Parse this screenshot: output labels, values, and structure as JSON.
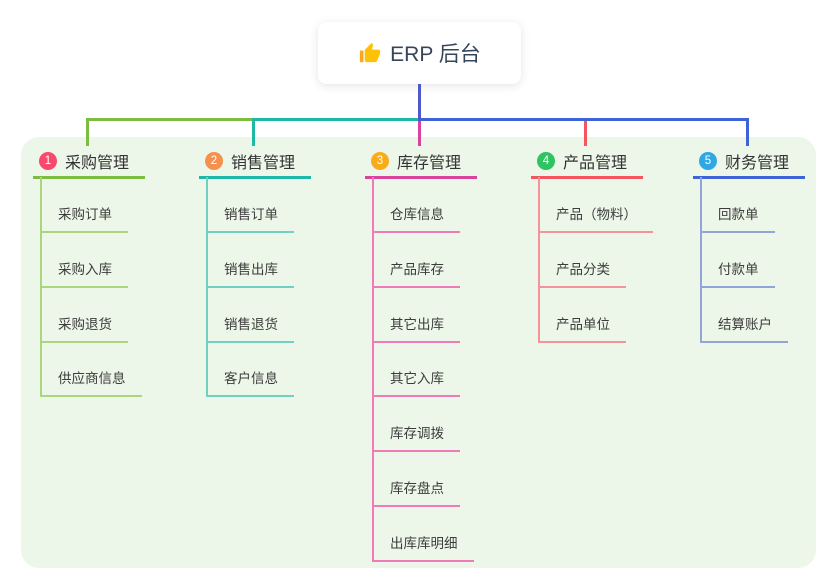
{
  "root": {
    "icon": "thumbs-up",
    "label": "ERP 后台"
  },
  "colors": {
    "page_bg": "#FFFFFF",
    "panel_bg": "#ECF7E9",
    "root_connector": "#4E59CC",
    "title_text": "#333333",
    "child_text": "#3C3C3C"
  },
  "branches": [
    {
      "num": "1",
      "label": "采购管理",
      "badge_color": "#F8486E",
      "line_color": "#7CBC41",
      "child_line_color": "#A9D67E",
      "children": [
        "采购订单",
        "采购入库",
        "采购退货",
        "供应商信息"
      ]
    },
    {
      "num": "2",
      "label": "销售管理",
      "badge_color": "#F6914D",
      "line_color": "#1EB8A6",
      "child_line_color": "#70D0C2",
      "children": [
        "销售订单",
        "销售出库",
        "销售退货",
        "客户信息"
      ]
    },
    {
      "num": "3",
      "label": "库存管理",
      "badge_color": "#F9AC1B",
      "line_color": "#D8439B",
      "child_line_color": "#EF7CB9",
      "children": [
        "仓库信息",
        "产品库存",
        "其它出库",
        "其它入库",
        "库存调拨",
        "库存盘点",
        "出库库明细"
      ]
    },
    {
      "num": "4",
      "label": "产品管理",
      "badge_color": "#2FC364",
      "line_color": "#F4555E",
      "child_line_color": "#F6939A",
      "children": [
        "产品（物料）",
        "产品分类",
        "产品单位"
      ]
    },
    {
      "num": "5",
      "label": "财务管理",
      "badge_color": "#2FA7E4",
      "line_color": "#3E63D9",
      "child_line_color": "#92A4DA",
      "children": [
        "回款单",
        "付款单",
        "结算账户"
      ]
    }
  ]
}
